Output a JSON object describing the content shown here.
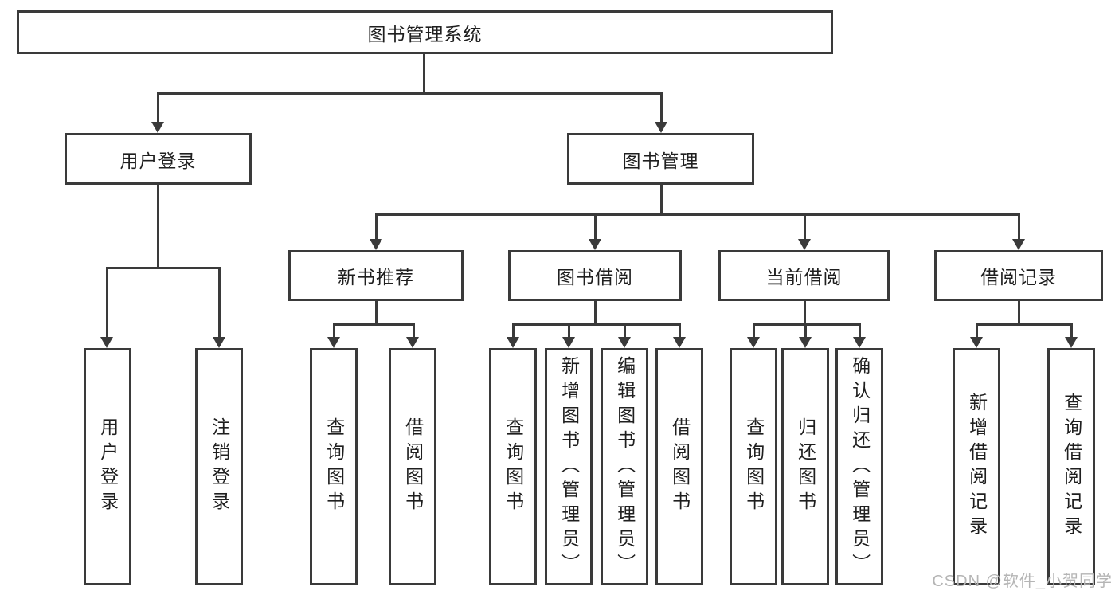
{
  "tree": {
    "label": "图书管理系统",
    "children": [
      {
        "label": "用户登录",
        "children": [
          {
            "label": "用户登录"
          },
          {
            "label": "注销登录"
          }
        ]
      },
      {
        "label": "图书管理",
        "children": [
          {
            "label": "新书推荐",
            "children": [
              {
                "label": "查询图书"
              },
              {
                "label": "借阅图书"
              }
            ]
          },
          {
            "label": "图书借阅",
            "children": [
              {
                "label": "查询图书"
              },
              {
                "label": "新增图书（管理员）"
              },
              {
                "label": "编辑图书（管理员）"
              },
              {
                "label": "借阅图书"
              }
            ]
          },
          {
            "label": "当前借阅",
            "children": [
              {
                "label": "查询图书"
              },
              {
                "label": "归还图书"
              },
              {
                "label": "确认归还（管理员）"
              }
            ]
          },
          {
            "label": "借阅记录",
            "children": [
              {
                "label": "新增借阅记录"
              },
              {
                "label": "查询借阅记录"
              }
            ]
          }
        ]
      }
    ]
  },
  "watermark": {
    "text": "CSDN @软件_小贺同学"
  },
  "colors": {
    "line": "#3a3a3a",
    "text": "#1f1f1f",
    "box_fill": "#ffffff",
    "watermark": "#b5b5b5",
    "background": "#ffffff"
  }
}
